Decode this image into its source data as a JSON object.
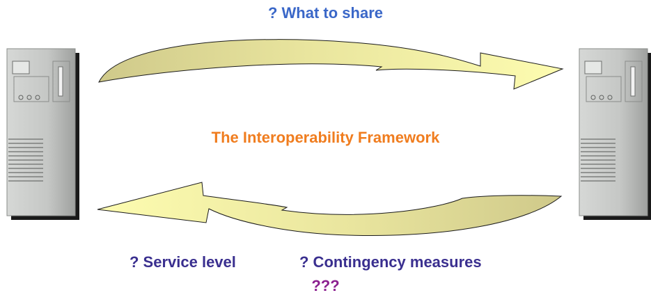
{
  "labels": {
    "top": "? What to share",
    "center": "The Interoperability Framework",
    "bottom_service": "? Service level",
    "bottom_contingency": "? Contingency measures",
    "bottom_unknown": "???"
  },
  "colors": {
    "top_text": "#3a67c8",
    "center_text": "#f07d1f",
    "bottom_text": "#3a2f8f",
    "unknown_text": "#8b1f8f",
    "arrow_fill": "#fdfcb0",
    "arrow_shade": "#cfc98a",
    "server_body": "#c8cac8",
    "server_shadow": "#1a1a1a"
  },
  "icons": {
    "left_server": "server-tower-icon",
    "right_server": "server-tower-icon",
    "top_arrow": "curved-arrow-right-icon",
    "bottom_arrow": "curved-arrow-left-icon"
  }
}
